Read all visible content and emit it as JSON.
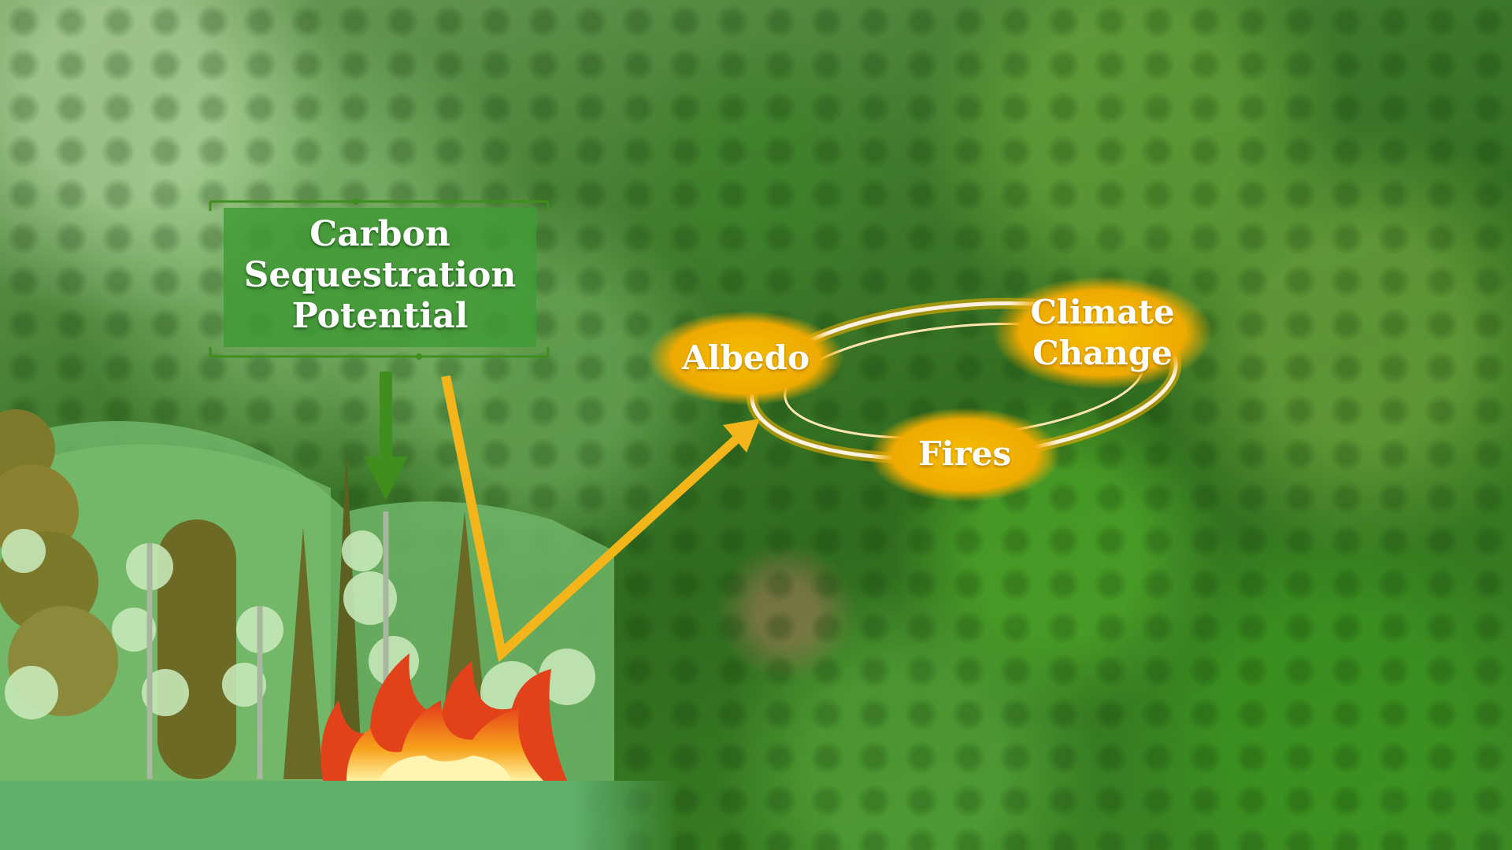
{
  "carbon_box": {
    "line1": "Carbon",
    "line2": "Sequestration",
    "line3": "Potential"
  },
  "cycle": {
    "albedo": "Albedo",
    "climate_line1": "Climate",
    "climate_line2": "Change",
    "fires": "Fires"
  },
  "colors": {
    "box_green": "#3f9a35",
    "bubble_orange": "#f0b400",
    "arrow_yellow": "#f3b51a",
    "arrow_green": "#3f8e1e",
    "ground_green": "#5fae6a"
  }
}
